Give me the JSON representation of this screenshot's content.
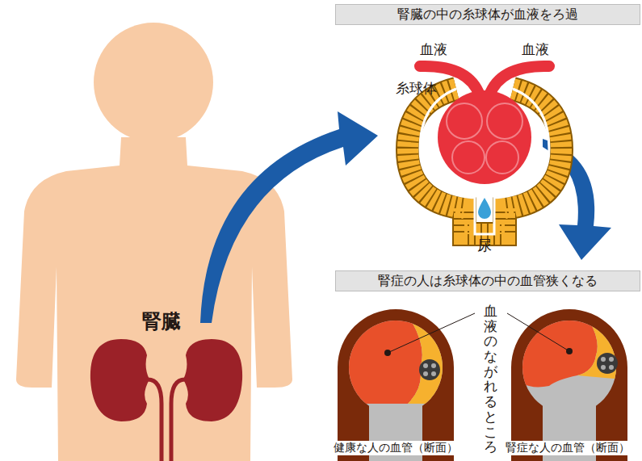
{
  "diagram": {
    "nodes": [
      {
        "text": [
          "腎臓の中の糸球体が血液をろ過"
        ]
      },
      {
        "text": [
          "腎症の人は糸球体の中の血管狭くなる"
        ]
      }
    ],
    "labels": [
      "腎臓",
      "血液",
      "血液",
      "糸球体",
      "尿",
      "血液のながれるところ",
      "健康な人の血管（断面）",
      "腎症な人の血管（断面）"
    ]
  }
}
